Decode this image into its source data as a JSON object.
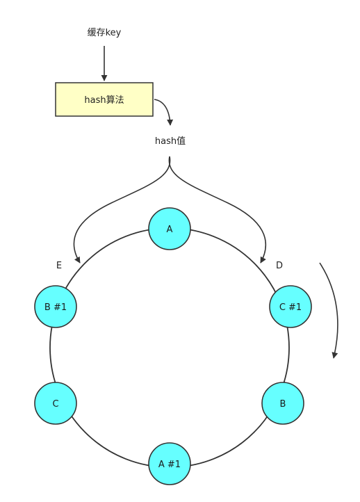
{
  "diagram": {
    "input_label": "缓存key",
    "hash_box_label": "hash算法",
    "hash_value_label": "hash值",
    "marker_left": "E",
    "marker_right": "D",
    "nodes": {
      "a": "A",
      "c1": "C #1",
      "b": "B",
      "a1": "A #1",
      "c": "C",
      "b1": "B #1"
    },
    "colors": {
      "node_fill": "#66ffff",
      "box_fill": "#ffffc6",
      "stroke": "#333333"
    }
  }
}
